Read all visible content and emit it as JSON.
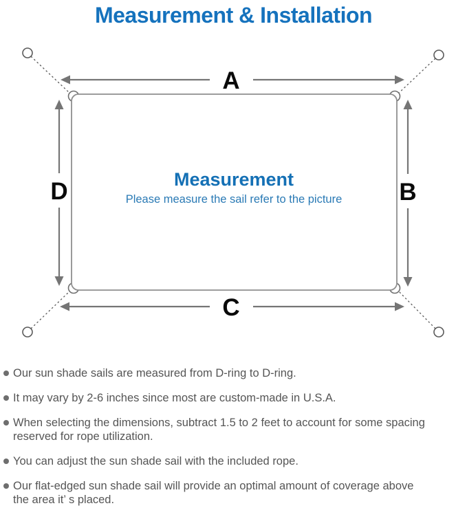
{
  "page_title": "Measurement & Installation",
  "colors": {
    "heading_blue": "#1572bd",
    "center_title_blue": "#1470b5",
    "center_subtitle_blue": "#2a7ab5",
    "note_text_gray": "#555555",
    "diagram_line_gray": "#757575",
    "dimension_label_black": "#0a0a0a"
  },
  "diagram": {
    "center_title": "Measurement",
    "center_subtitle": "Please measure the sail refer to the picture",
    "labels": {
      "top": "A",
      "right": "B",
      "bottom": "C",
      "left": "D"
    }
  },
  "notes": [
    {
      "lines": [
        "Our sun shade sails are measured from D-ring to D-ring."
      ]
    },
    {
      "lines": [
        "It may vary by 2-6 inches since most are custom-made in U.S.A."
      ]
    },
    {
      "lines": [
        "When selecting the dimensions, subtract 1.5 to 2 feet to account for some spacing",
        "reserved for rope utilization."
      ]
    },
    {
      "lines": [
        "You can adjust the sun shade sail with the included rope."
      ]
    },
    {
      "lines": [
        "Our flat-edged sun shade sail will provide an optimal amount of coverage above",
        "the area it’ s placed."
      ]
    }
  ]
}
